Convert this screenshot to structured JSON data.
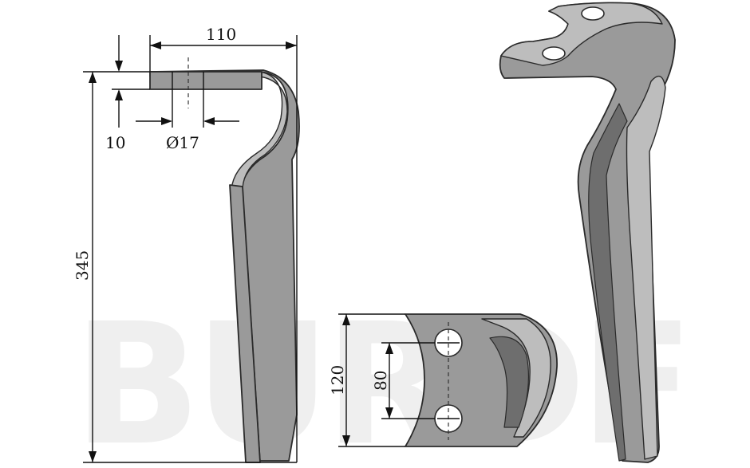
{
  "watermark": {
    "text": "BURDF"
  },
  "dimensions": {
    "width": "110",
    "thickness": "10",
    "hole_diameter": "Ø17",
    "length": "345",
    "hole_spacing_outer": "120",
    "hole_spacing_inner": "80"
  },
  "colors": {
    "steel": "#9a9a9a",
    "steel_light": "#bdbdbd",
    "steel_dark": "#6e6e6e",
    "line": "#111111"
  }
}
